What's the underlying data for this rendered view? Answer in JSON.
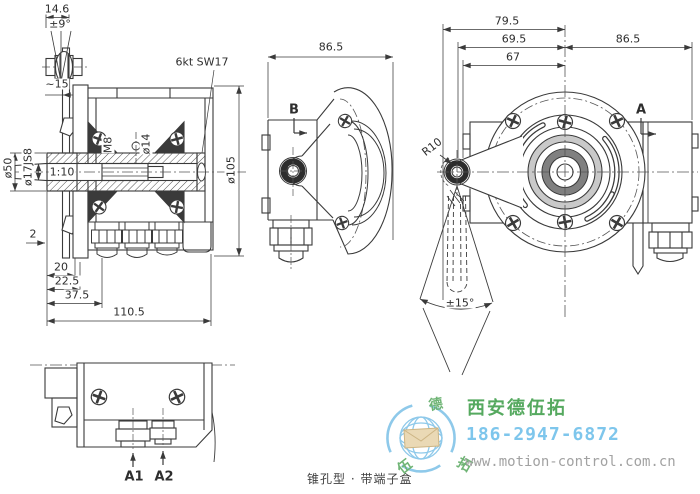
{
  "drawing": {
    "caption": "锥孔型 · 带端子盒",
    "side_view": {
      "coupling_width": "14.6",
      "coupling_angle": "±9°",
      "coupling_offset": "~15",
      "hex_label": "6kt SW17",
      "body_dia": "ø105",
      "screw_label": "M8",
      "hole_label": "ø14",
      "hub_dia": "ø50",
      "bore_dia": "ø17JS8",
      "taper": "1:10",
      "plate_thickness": "2",
      "dim_20": "20",
      "dim_22_5": "22.5",
      "dim_37_5": "37.5",
      "dim_110_5": "110.5"
    },
    "rear_view": {
      "width": "86.5",
      "section_label": "B"
    },
    "front_view": {
      "dim_79_5": "79.5",
      "dim_69_5": "69.5",
      "dim_86_5": "86.5",
      "dim_67": "67",
      "section_label": "A",
      "radius_label": "R10",
      "swing_angle": "±15°"
    },
    "bottom_view": {
      "gland_1": "A1",
      "gland_2": "A2"
    }
  },
  "watermark": {
    "company": "西安德伍拓",
    "phone": "186-2947-6872",
    "website": "www.motion-control.com.cn",
    "logo_char_top": "德",
    "logo_char_left": "伍",
    "logo_char_right": "拓"
  }
}
